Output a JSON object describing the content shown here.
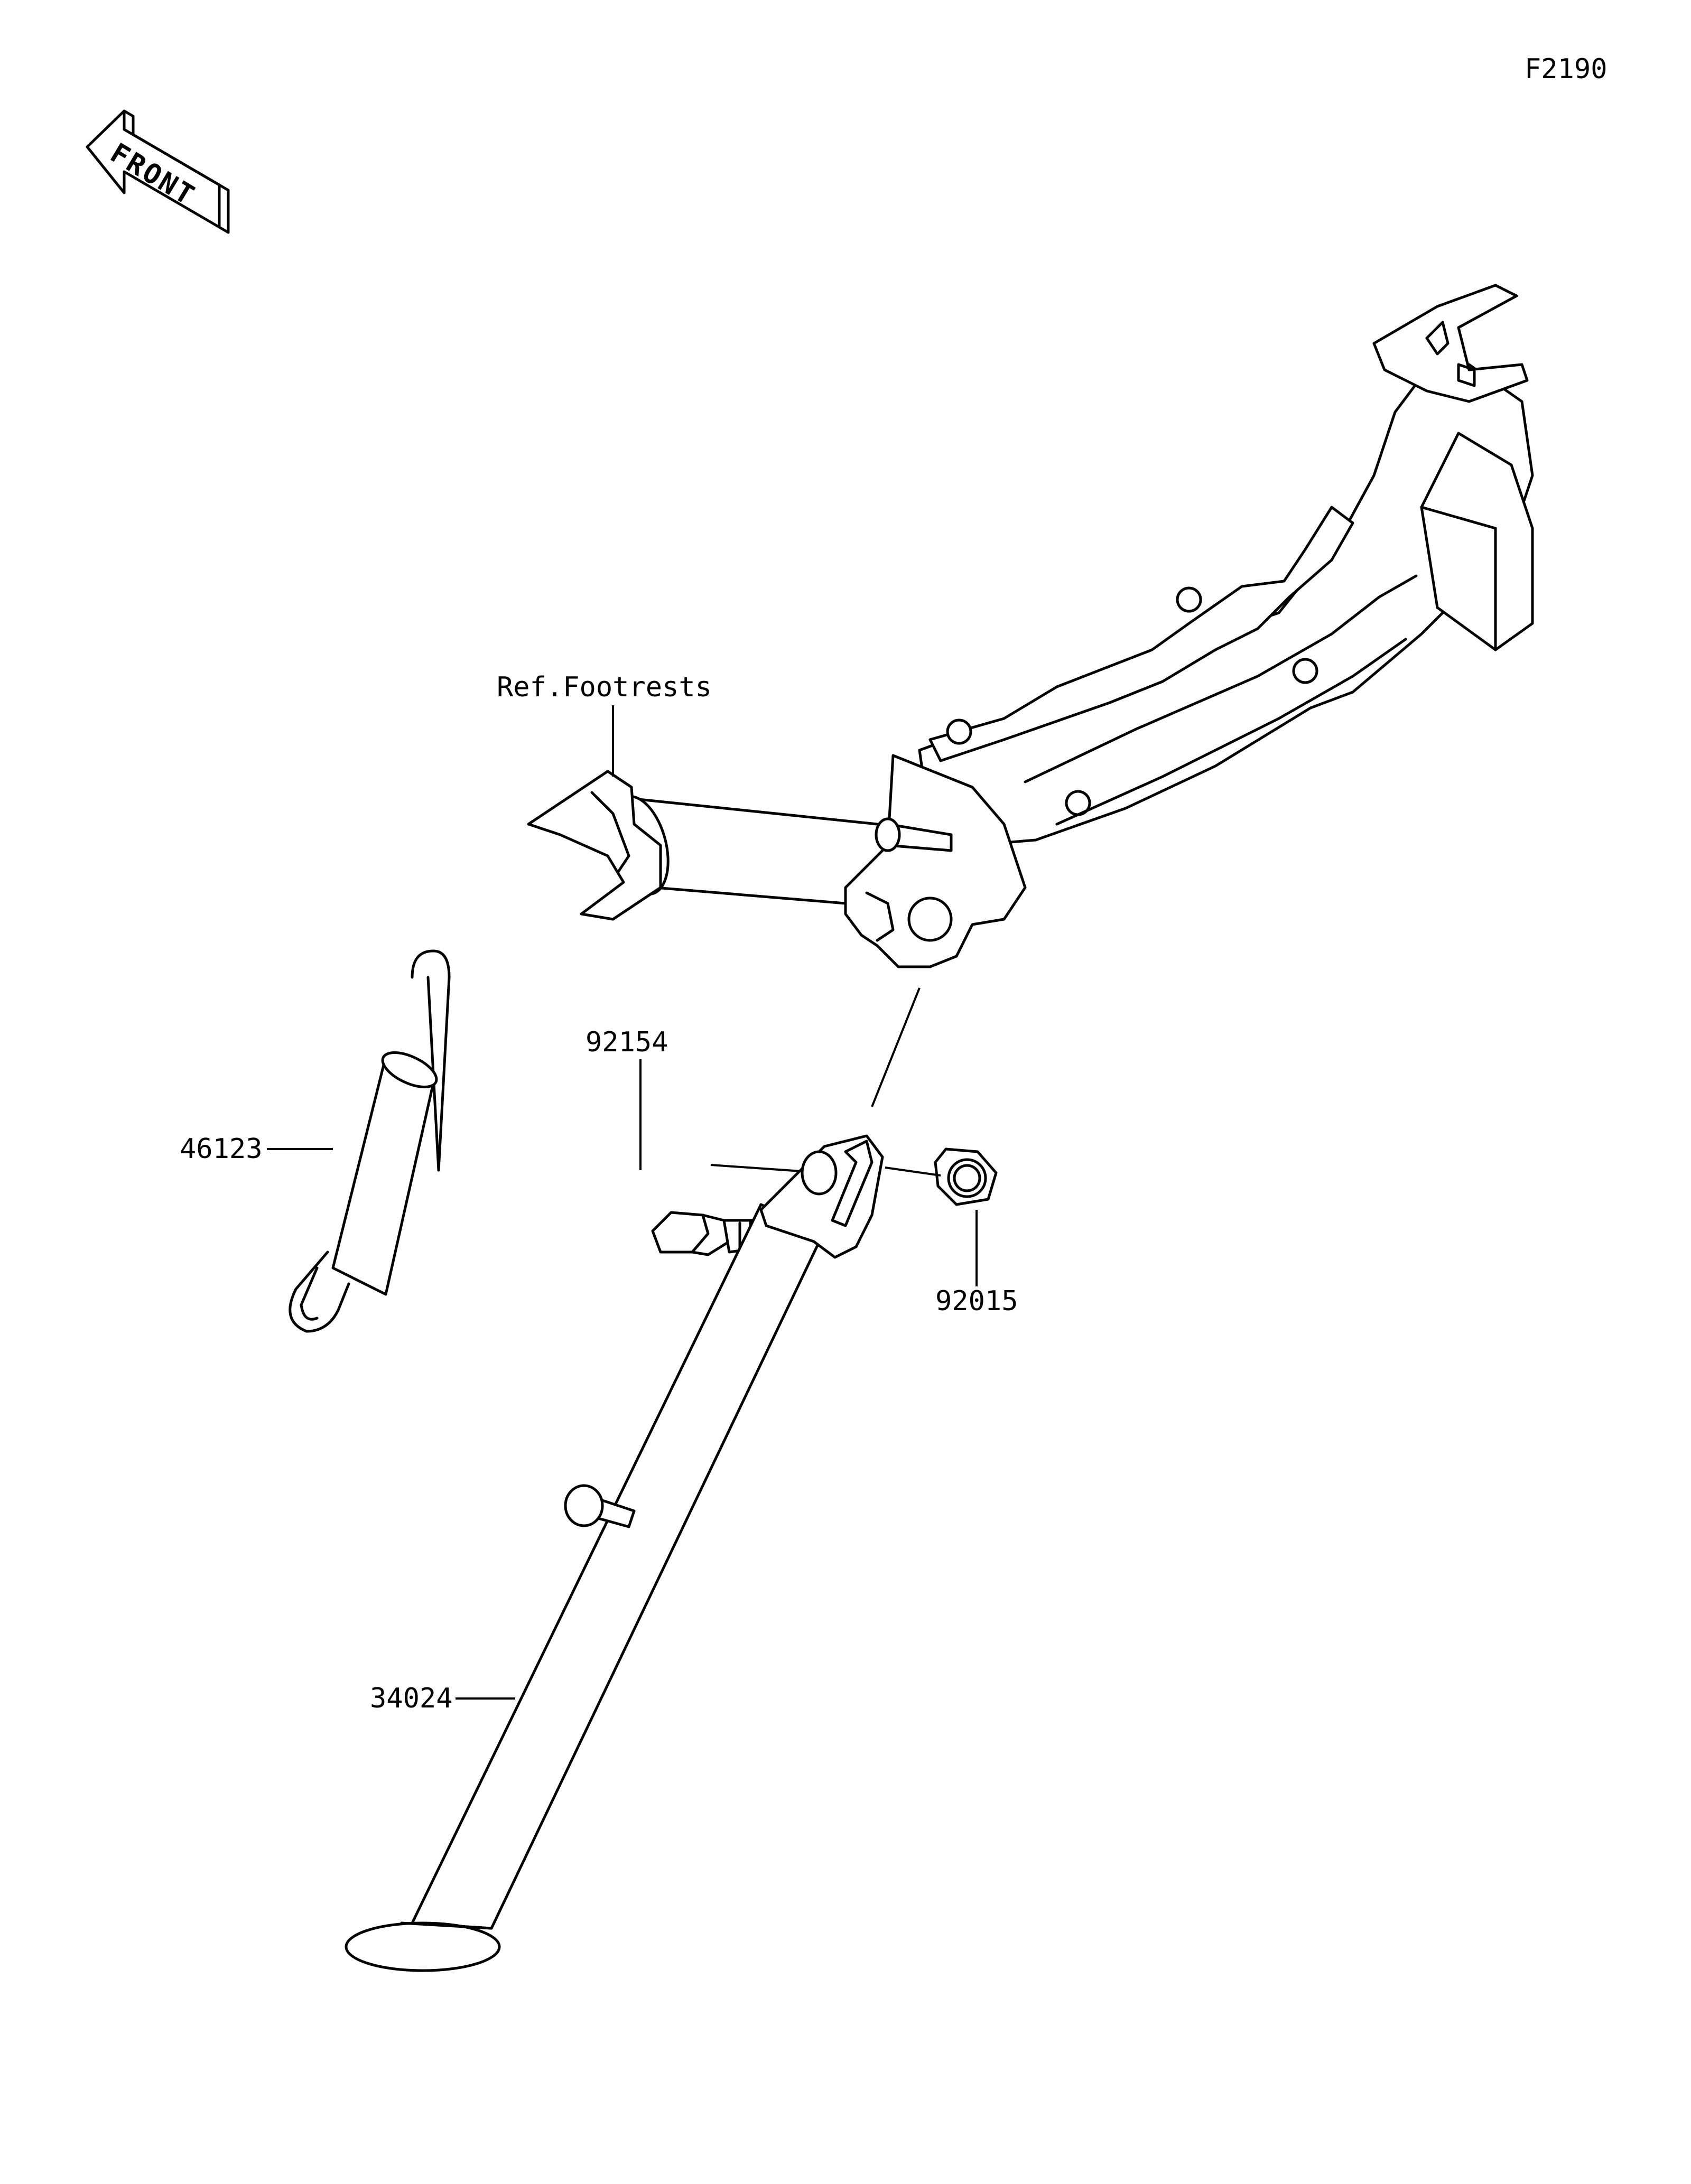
{
  "figure_code": "F2190",
  "front_label": "FRONT",
  "reference_label": "Ref.Footrests",
  "parts": [
    {
      "number": "46123",
      "name": "spring"
    },
    {
      "number": "92154",
      "name": "bolt"
    },
    {
      "number": "92015",
      "name": "nut"
    },
    {
      "number": "34024",
      "name": "side-stand"
    }
  ],
  "colors": {
    "line": "#000000",
    "background": "#ffffff"
  }
}
